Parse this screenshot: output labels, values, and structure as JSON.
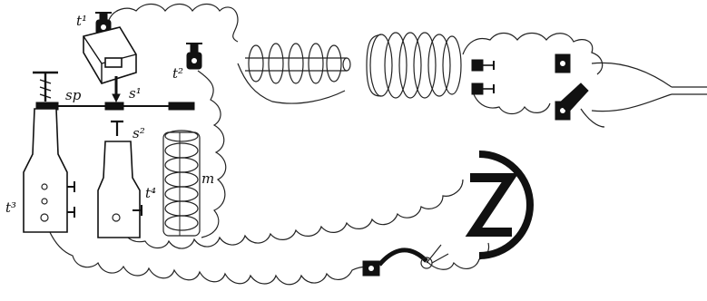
{
  "labels": {
    "t1": "t¹",
    "t2": "t²",
    "t3": "t³",
    "t4": "t⁴",
    "sp": "sp",
    "s1": "s¹",
    "s2": "s²",
    "m": "m",
    "z": "Z"
  }
}
